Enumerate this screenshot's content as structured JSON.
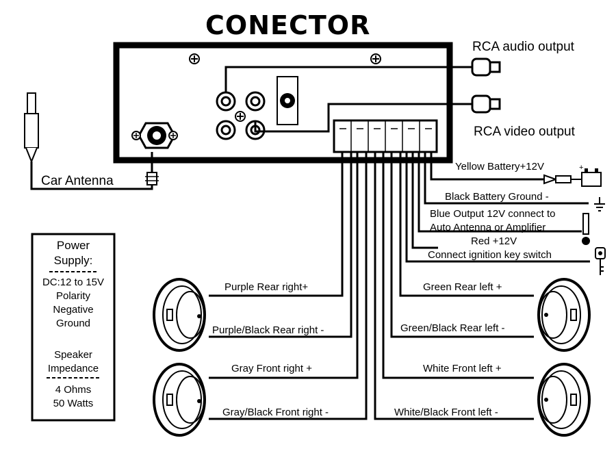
{
  "title": "CONECTOR",
  "outputs": {
    "rca_audio": "RCA audio output",
    "rca_video": "RCA video output"
  },
  "antenna": {
    "label": "Car Antenna"
  },
  "power_wires": {
    "yellow": "Yellow Battery+12V",
    "black": "Black Battery Ground -",
    "blue_line1": "Blue Output 12V connect to",
    "blue_line2": "Auto Antenna or Amplifier",
    "red": "Red +12V",
    "ignition": "Connect ignition key switch"
  },
  "speaker_wires": {
    "purple": "Purple Rear right+",
    "purple_black": "Purple/Black Rear right -",
    "gray": "Gray Front right +",
    "gray_black": "Gray/Black Front right -",
    "green": "Green Rear left +",
    "green_black": "Green/Black Rear left -",
    "white": "White Front left +",
    "white_black": "White/Black Front left -"
  },
  "info_box": {
    "power_l1": "Power",
    "power_l2": "Supply:",
    "dc": "DC:12 to 15V",
    "polarity": "Polarity",
    "negative": "Negative",
    "ground": "Ground",
    "speaker_l1": "Speaker",
    "speaker_l2": "Impedance",
    "ohms": "4 Ohms",
    "watts": "50 Watts"
  }
}
